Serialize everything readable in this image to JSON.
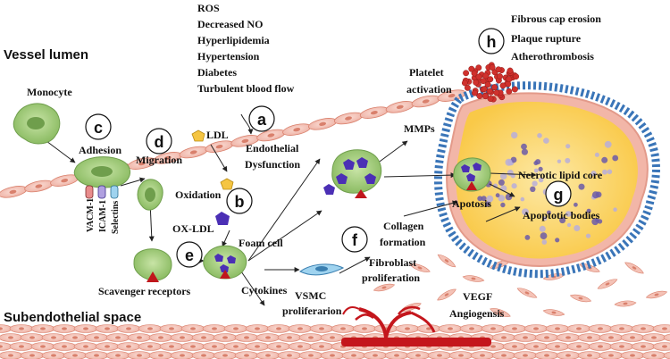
{
  "regions": {
    "vessel_lumen": "Vessel lumen",
    "subendothelial_space": "Subendothelial space"
  },
  "risk_factors": [
    "ROS",
    "Decreased NO",
    "Hyperlipidemia",
    "Hypertension",
    "Diabetes",
    "Turbulent blood flow"
  ],
  "plaque_events": [
    "Fibrous cap erosion",
    "Plaque rupture",
    "Atherothrombosis"
  ],
  "steps": {
    "a": "a",
    "b": "b",
    "c": "c",
    "d": "d",
    "e": "e",
    "f": "f",
    "g": "g",
    "h": "h"
  },
  "labels": {
    "monocyte": "Monocyte",
    "adhesion": "Adhesion",
    "migration": "Migration",
    "ldl": "LDL",
    "endothelial_dysfunction_1": "Endothelial",
    "endothelial_dysfunction_2": "Dysfunction",
    "oxidation": "Oxidation",
    "ox_ldl": "OX-LDL",
    "vacm": "VACM-1",
    "icam": "ICAM-1",
    "selectins": "Selectins",
    "scavenger_receptors": "Scavenger receptors",
    "foam_cell": "Foam cell",
    "cytokines": "Cytokines",
    "vsmc_1": "VSMC",
    "vsmc_2": "proliferarion",
    "fibroblast_1": "Fibroblast",
    "fibroblast_2": "proliferation",
    "collagen_1": "Collagen",
    "collagen_2": "formation",
    "mmps": "MMPs",
    "platelet_1": "Platelet",
    "platelet_2": "activation",
    "apotosis": "Apotosis",
    "necrotic_core": "Necrotic lipid core",
    "apoptotic_bodies": "Apoptotic bodies",
    "vegf": "VEGF",
    "angiogensis": "Angiogensis"
  },
  "colors": {
    "endothelium": "#f4c7bd",
    "endothelium_nucleus": "#d9806c",
    "foam_cell": "#9fcb7a",
    "ldl": "#f5c542",
    "ox_ldl": "#4b2fb5",
    "lipid_core": "#fbd35c",
    "platelet": "#d0312d",
    "fibrous_cap": "#3a75b8",
    "vessel_blood": "#c4161c"
  }
}
